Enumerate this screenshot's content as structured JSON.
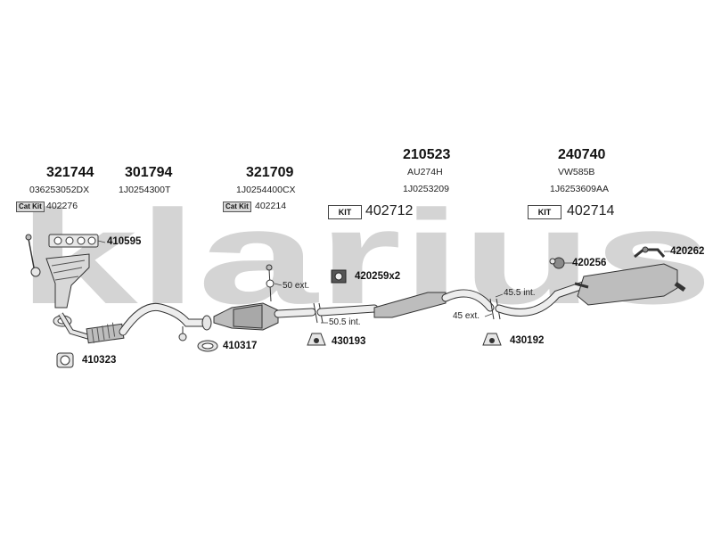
{
  "watermark": {
    "text": "klarius",
    "color": "#d4d4d4"
  },
  "colors": {
    "line": "#333333",
    "fill_light": "#e6e6e6",
    "fill_mid": "#bdbdbd",
    "fill_dark": "#8a8a8a"
  },
  "groups": {
    "g321744": {
      "number": "321744",
      "oem": "036253052DX",
      "catkit_label": "Cat Kit",
      "catkit_number": "402276"
    },
    "g301794": {
      "number": "301794",
      "oem": "1J0254300T"
    },
    "g321709": {
      "number": "321709",
      "oem": "1J0254400CX",
      "catkit_label": "Cat Kit",
      "catkit_number": "402214"
    },
    "g210523": {
      "number": "210523",
      "oem1": "AU274H",
      "oem2": "1J0253209",
      "kit_label": "KIT",
      "kit_number": "402712"
    },
    "g240740": {
      "number": "240740",
      "oem1": "VW585B",
      "oem2": "1J6253609AA",
      "kit_label": "KIT",
      "kit_number": "402714"
    }
  },
  "parts": {
    "p410595": "410595",
    "p410323": "410323",
    "p410317": "410317",
    "p420259": "420259x2",
    "p430193": "430193",
    "p430192": "430192",
    "p420256": "420256",
    "p420262": "420262"
  },
  "notes": {
    "n50ext": "50 ext.",
    "n505int": "50.5 int.",
    "n455int": "45.5 int.",
    "n45ext": "45 ext."
  }
}
